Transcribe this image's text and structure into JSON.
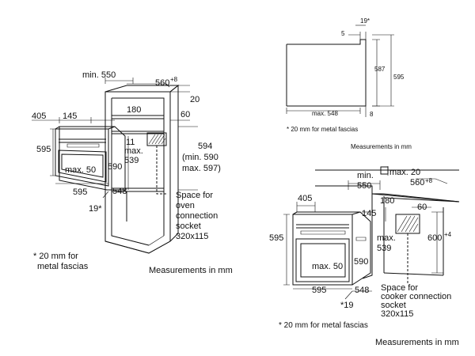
{
  "diagram_left": {
    "min_550": "min. 550",
    "d560": "560",
    "d560_sup": "+8",
    "d20": "20",
    "d180": "180",
    "d60": "60",
    "d405": "405",
    "d145": "145",
    "d595": "595",
    "d11": "11",
    "max_539_a": "max.",
    "max_539_b": "539",
    "d594": "594",
    "min590": "(min. 590",
    "max597": "max. 597)",
    "max50": "max. 50",
    "d590": "590",
    "d595_bottom": "595",
    "d548": "548",
    "d19": "19*",
    "space_1": "Space for",
    "space_2": "oven",
    "space_3": "connection",
    "space_4": "socket",
    "space_5": "320x115",
    "footnote_1": "* 20 mm for",
    "footnote_2": "metal fascias",
    "measure": "Measurements in mm"
  },
  "diagram_top_right": {
    "d19": "19*",
    "d5": "5",
    "d587": "587",
    "d595": "595",
    "max548": "max. 548",
    "d8": "8",
    "footnote": "* 20 mm for metal fascias",
    "measure": "Measurements in mm"
  },
  "diagram_bottom_right": {
    "min_550_a": "min.",
    "min_550_b": "550",
    "max20": "max. 20",
    "d560": "560",
    "d560_sup": "+8",
    "d405": "405",
    "d180": "180",
    "d60": "60",
    "d145": "145",
    "d600": "600",
    "d600_sup": "+4",
    "d595": "595",
    "max_539_a": "max.",
    "max_539_b": "539",
    "max50": "max. 50",
    "d590": "590",
    "d595_bottom": "595",
    "d548": "548",
    "d19": "*19",
    "space_1": "Space for",
    "space_2": "cooker connection",
    "space_3": "socket",
    "space_4": "320x115",
    "footnote": "* 20 mm for metal fascias",
    "measure": "Measurements in mm"
  }
}
